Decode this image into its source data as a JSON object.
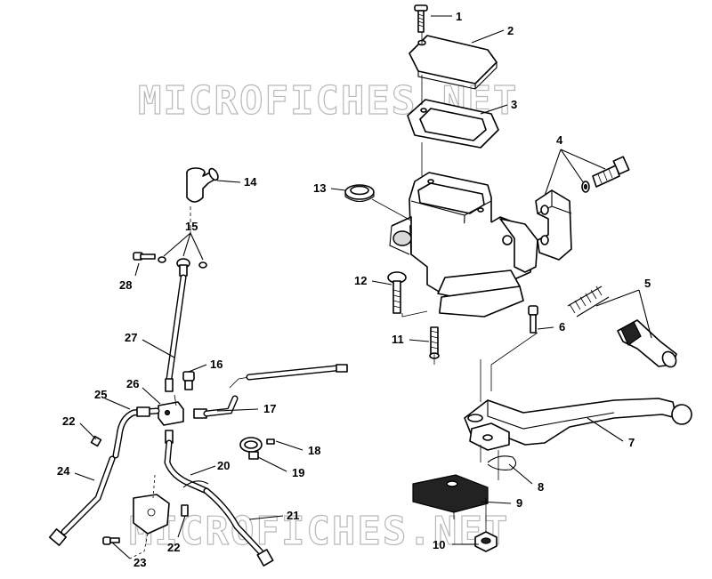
{
  "watermark": {
    "top": "MICROFICHES.NET",
    "bottom": "MICROFICHES.NET"
  },
  "callouts": [
    {
      "id": "1",
      "label": "1"
    },
    {
      "id": "2",
      "label": "2"
    },
    {
      "id": "3",
      "label": "3"
    },
    {
      "id": "4",
      "label": "4"
    },
    {
      "id": "5",
      "label": "5"
    },
    {
      "id": "6",
      "label": "6"
    },
    {
      "id": "7",
      "label": "7"
    },
    {
      "id": "8",
      "label": "8"
    },
    {
      "id": "9",
      "label": "9"
    },
    {
      "id": "10",
      "label": "10"
    },
    {
      "id": "11",
      "label": "11"
    },
    {
      "id": "12",
      "label": "12"
    },
    {
      "id": "13",
      "label": "13"
    },
    {
      "id": "14",
      "label": "14"
    },
    {
      "id": "15",
      "label": "15"
    },
    {
      "id": "16",
      "label": "16"
    },
    {
      "id": "17",
      "label": "17"
    },
    {
      "id": "18",
      "label": "18"
    },
    {
      "id": "19",
      "label": "19"
    },
    {
      "id": "20",
      "label": "20"
    },
    {
      "id": "21",
      "label": "21"
    },
    {
      "id": "22a",
      "label": "22"
    },
    {
      "id": "22b",
      "label": "22"
    },
    {
      "id": "23",
      "label": "23"
    },
    {
      "id": "24",
      "label": "24"
    },
    {
      "id": "25",
      "label": "25"
    },
    {
      "id": "26",
      "label": "26"
    },
    {
      "id": "27",
      "label": "27"
    },
    {
      "id": "28",
      "label": "28"
    }
  ]
}
